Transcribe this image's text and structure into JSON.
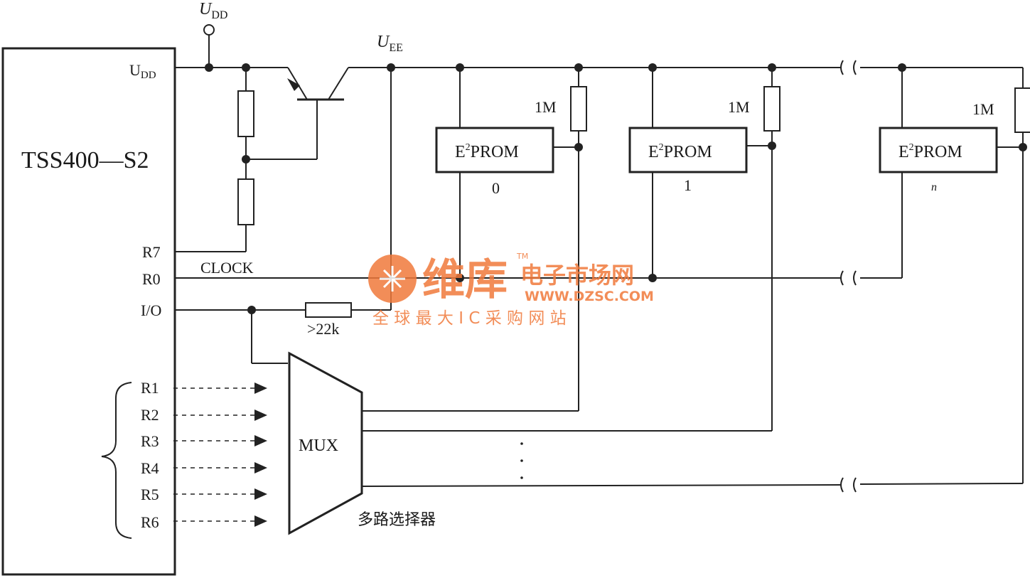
{
  "diagram": {
    "chip": {
      "label": "TSS400—S2"
    },
    "pins": {
      "udd": "U",
      "udd_sub": "DD",
      "r7": "R7",
      "r0": "R0",
      "io": "I/O",
      "r_group": [
        "R1",
        "R2",
        "R3",
        "R4",
        "R5",
        "R6"
      ]
    },
    "supply_udd": {
      "main": "U",
      "sub": "DD"
    },
    "supply_uee": {
      "main": "U",
      "sub": "EE"
    },
    "clock_label": "CLOCK",
    "io_resistor_label": ">22k",
    "mux_label": "MUX",
    "mux_caption": "多路选择器",
    "eeproms": [
      {
        "pre": "E",
        "sup": "2",
        "post": "PROM",
        "index": "0",
        "pullup": "1M"
      },
      {
        "pre": "E",
        "sup": "2",
        "post": "PROM",
        "index": "1",
        "pullup": "1M"
      },
      {
        "pre": "E",
        "sup": "2",
        "post": "PROM",
        "index": "n",
        "pullup": "1M"
      }
    ],
    "continuation_dots": "···"
  },
  "watermark": {
    "brand": "维库",
    "tm": "TM",
    "name": "电子市场网",
    "url": "WWW.DZSC.COM",
    "slogan": "全 球 最 大 I C 采 购 网 站",
    "color": "#f07a3c"
  }
}
